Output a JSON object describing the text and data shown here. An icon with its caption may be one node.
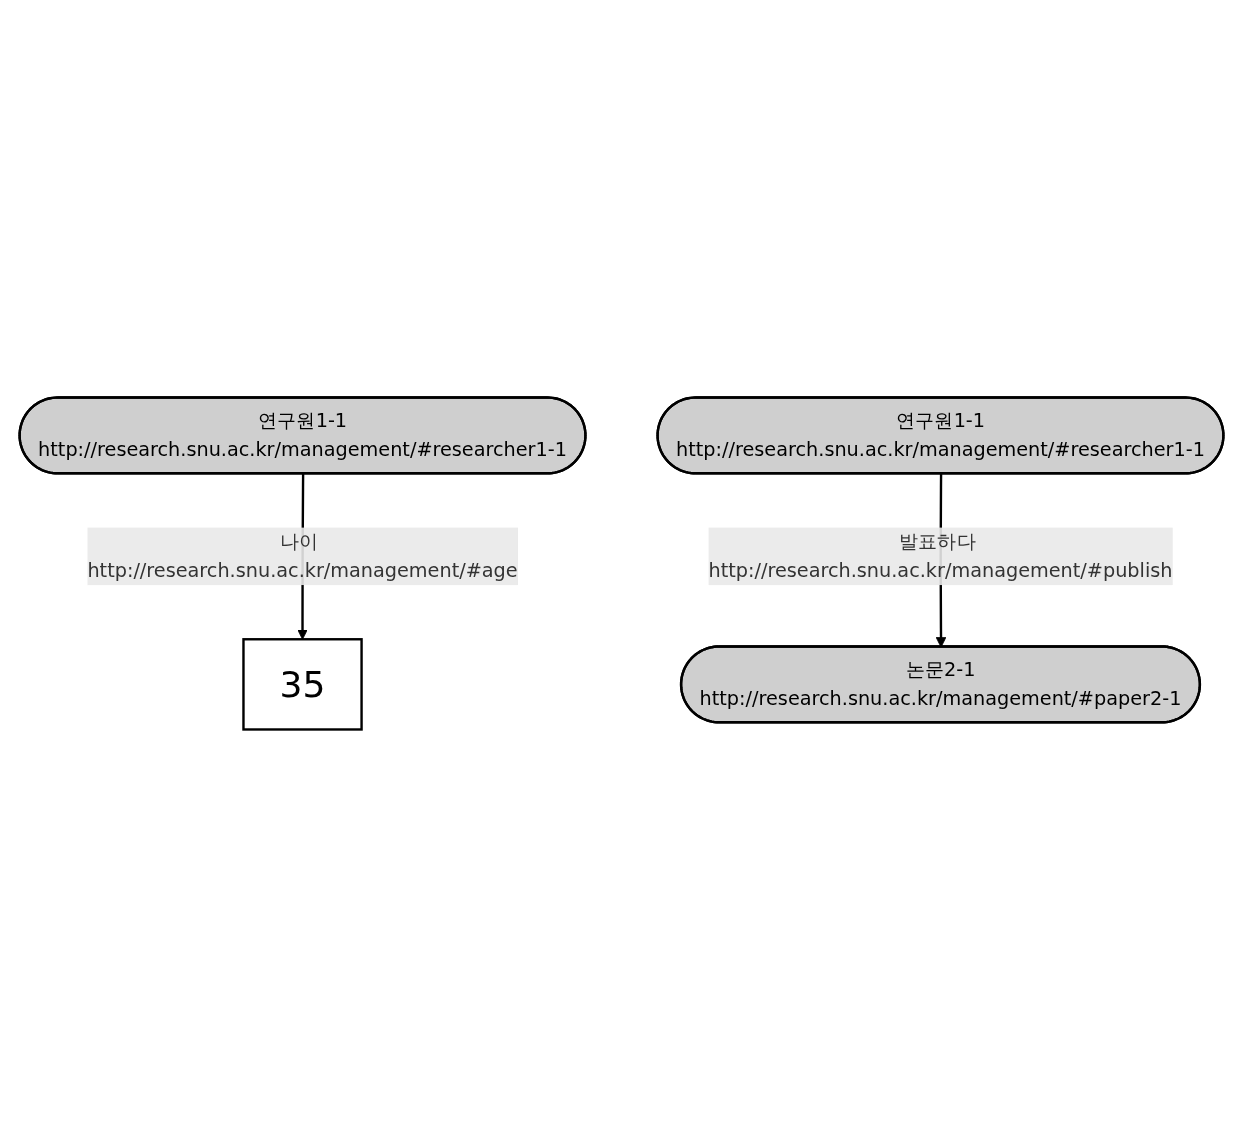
{
  "diagram": {
    "nodes": [
      {
        "text": [
          "연구원1-1",
          "http://research.snu.ac.kr/management/#researcher1-1"
        ]
      },
      {
        "text": [
          "35"
        ]
      },
      {
        "text": [
          "연구원1-1",
          "http://research.snu.ac.kr/management/#researcher1-1"
        ]
      },
      {
        "text": [
          "논문2-1",
          "http://research.snu.ac.kr/management/#paper2-1"
        ]
      }
    ],
    "edges": [
      {
        "from": 0,
        "to": 1,
        "arrow": "to",
        "label": "나이 http://research.snu.ac.kr/management/#age"
      },
      {
        "from": 2,
        "to": 3,
        "arrow": "to",
        "label": "발표하다 http://research.snu.ac.kr/management/#publish"
      }
    ]
  }
}
